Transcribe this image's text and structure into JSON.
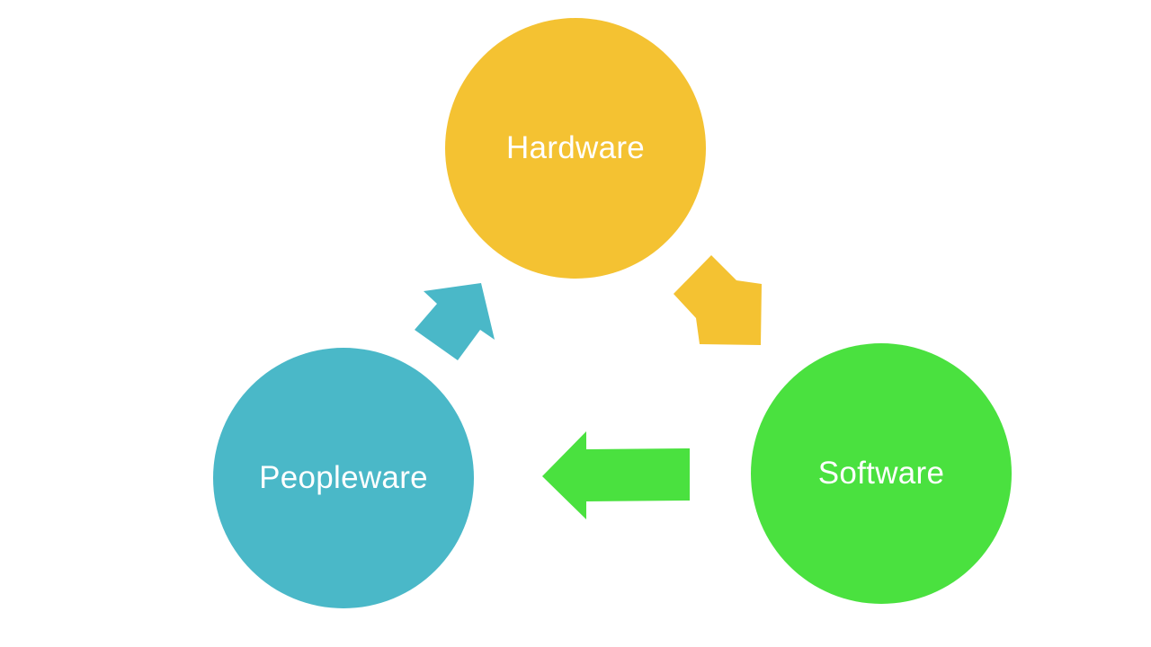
{
  "diagram": {
    "nodes": [
      {
        "id": "hardware",
        "label": "Hardware",
        "color": "#F4C232"
      },
      {
        "id": "software",
        "label": "Software",
        "color": "#4AE13F"
      },
      {
        "id": "peopleware",
        "label": "Peopleware",
        "color": "#4AB8C8"
      }
    ],
    "edges": [
      {
        "from": "hardware",
        "to": "software",
        "color": "#F4C232"
      },
      {
        "from": "software",
        "to": "peopleware",
        "color": "#4AE13F"
      },
      {
        "from": "peopleware",
        "to": "hardware",
        "color": "#4AB8C8"
      }
    ]
  }
}
